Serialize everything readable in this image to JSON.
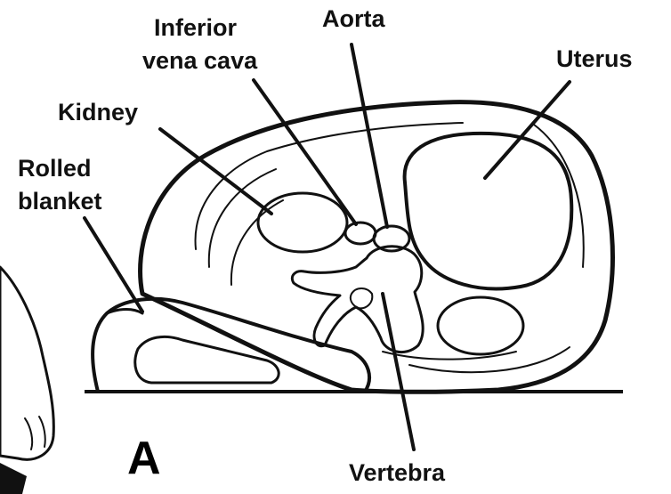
{
  "labels": {
    "inferior_vena_cava_line1": "Inferior",
    "inferior_vena_cava_line2": "vena cava",
    "aorta": "Aorta",
    "uterus": "Uterus",
    "kidney": "Kidney",
    "rolled_blanket_line1": "Rolled",
    "rolled_blanket_line2": "blanket",
    "vertebra": "Vertebra",
    "panel": "A"
  },
  "colors": {
    "uterus": "#f3d8e2",
    "kidney": "#e8a070",
    "aorta": "#b32a1f",
    "vena_cava": "#ffffff",
    "blanket": "#3f6fb8",
    "blanket_dark": "#2a4d86",
    "vertebra": "#fdfbe8",
    "skin": "#f5e8d0",
    "outline": "#111111"
  }
}
